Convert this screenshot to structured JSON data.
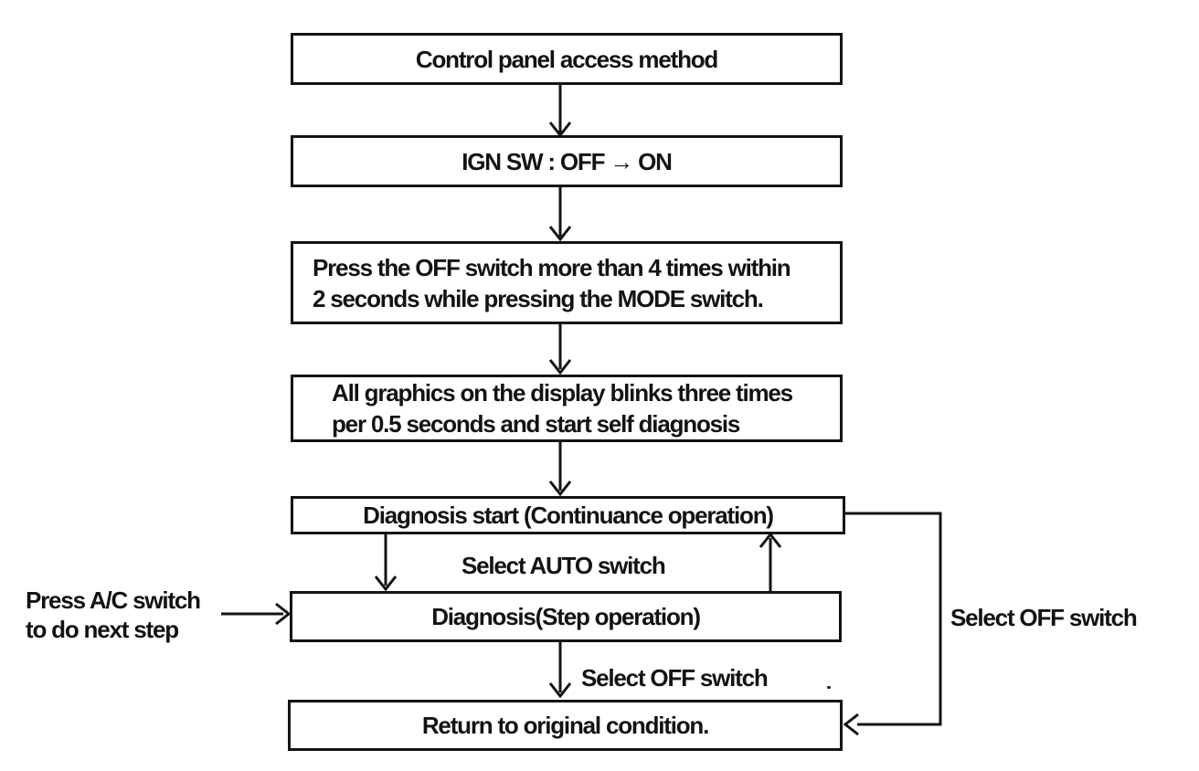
{
  "diagram": {
    "type": "flowchart",
    "colors": {
      "ink": "#131313",
      "paper": "#ffffff"
    },
    "boxes": [
      {
        "name": "control-panel-access",
        "lines": [
          "Control panel access method"
        ]
      },
      {
        "name": "ign-switch",
        "lines": [
          "IGN SW : OFF → ON"
        ]
      },
      {
        "name": "press-off-switch",
        "lines": [
          "Press the OFF switch more than 4 times within",
          "2 seconds while pressing the MODE switch."
        ]
      },
      {
        "name": "display-blinks",
        "lines": [
          "All graphics on the display blinks three times",
          "per 0.5 seconds and start self diagnosis"
        ]
      },
      {
        "name": "diagnosis-start",
        "lines": [
          "Diagnosis start (Continuance operation)"
        ]
      },
      {
        "name": "diagnosis-step",
        "lines": [
          "Diagnosis(Step operation)"
        ]
      },
      {
        "name": "return-original",
        "lines": [
          "Return to original condition."
        ]
      }
    ],
    "edge_labels": {
      "select_auto": "Select AUTO switch",
      "select_off_step": "Select OFF switch",
      "select_off_continuance": "Select OFF switch",
      "press_ac_line1": "Press A/C switch",
      "press_ac_line2": "to do next step"
    }
  }
}
